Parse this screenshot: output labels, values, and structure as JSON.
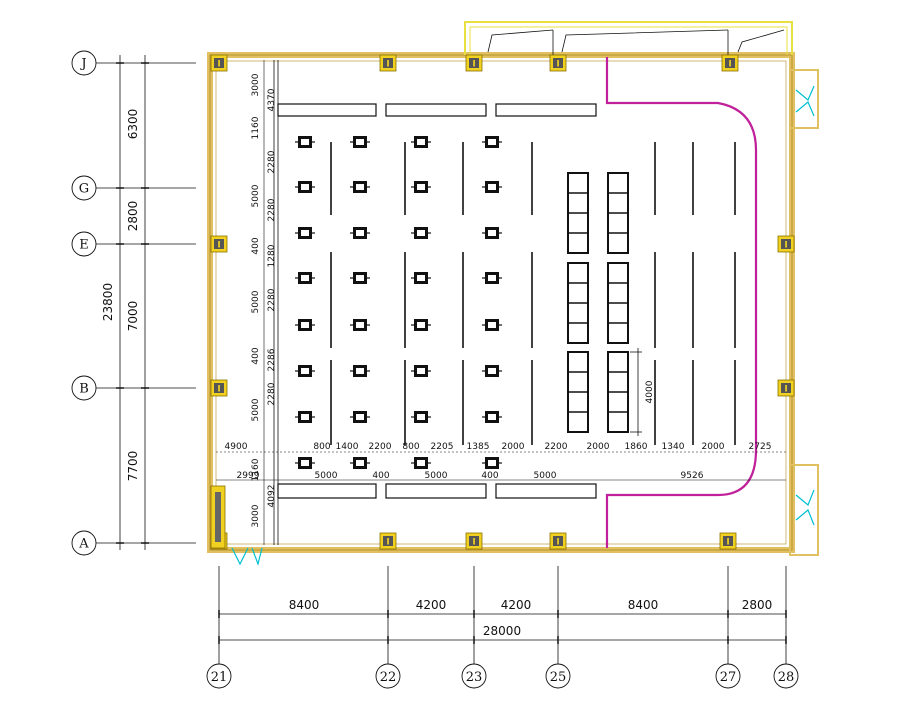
{
  "axes": {
    "horizontal": [
      {
        "id": "J",
        "label": "J"
      },
      {
        "id": "G",
        "label": "G"
      },
      {
        "id": "E",
        "label": "E"
      },
      {
        "id": "B",
        "label": "B"
      },
      {
        "id": "A",
        "label": "A"
      }
    ],
    "vertical": [
      {
        "id": "21",
        "label": "21"
      },
      {
        "id": "22",
        "label": "22"
      },
      {
        "id": "23",
        "label": "23"
      },
      {
        "id": "25",
        "label": "25"
      },
      {
        "id": "27",
        "label": "27"
      },
      {
        "id": "28",
        "label": "28"
      }
    ]
  },
  "left_dims": {
    "total": "23800",
    "segments": [
      "6300",
      "2800",
      "7000",
      "7700"
    ]
  },
  "bottom_dims": {
    "total": "28000",
    "segments": [
      "8400",
      "4200",
      "4200",
      "8400",
      "2800"
    ]
  },
  "inner_vertical_dims": [
    "3000",
    "4370",
    "1160",
    "2280",
    "5000",
    "2280",
    "400",
    "1280",
    "5000",
    "2280",
    "400",
    "2286",
    "5000",
    "2280",
    "4900",
    "1160",
    "4092",
    "3000"
  ],
  "row_dims": [
    "800",
    "1400",
    "2200",
    "800",
    "2205",
    "1385",
    "2000",
    "2200",
    "2000",
    "1860",
    "1340",
    "2000",
    "2725"
  ],
  "bottom_row_dims": [
    "2999",
    "5000",
    "400",
    "5000",
    "400",
    "5000",
    "9526"
  ],
  "rack_dim": "4000",
  "colors": {
    "wall": "#e0c060",
    "column": "#e8c000",
    "pipe": "#c0209a",
    "door": "#00c0d0",
    "line": "#111111"
  }
}
